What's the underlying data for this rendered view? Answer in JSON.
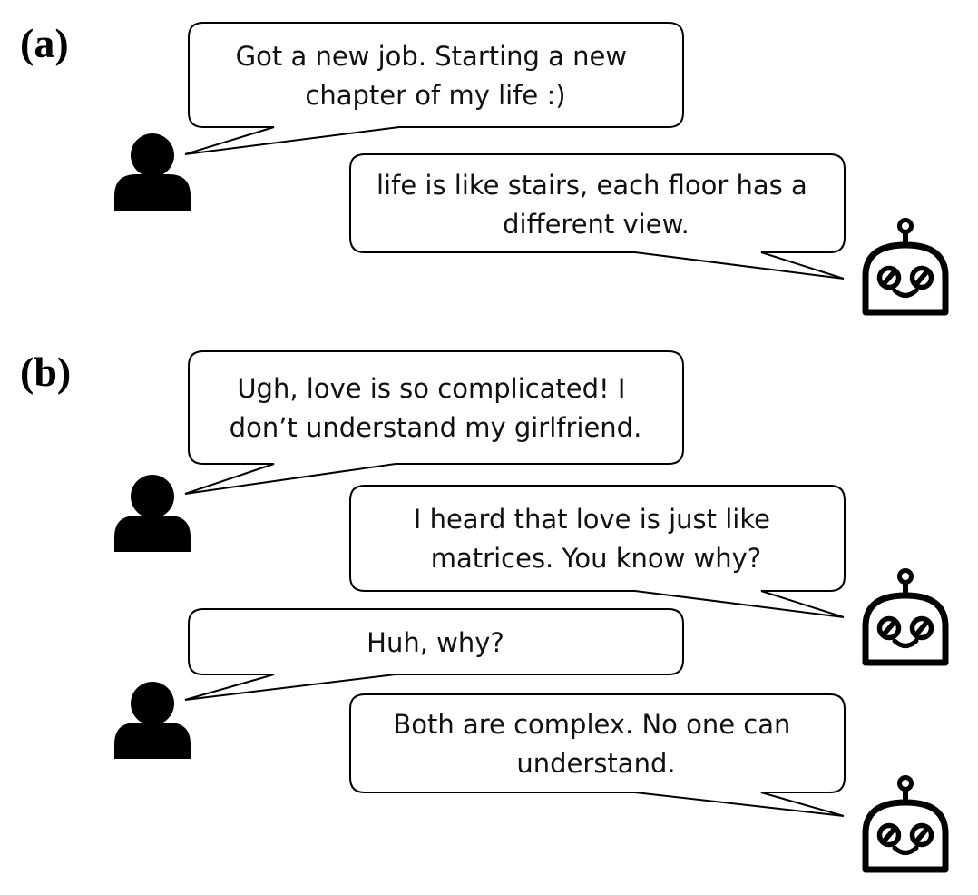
{
  "panels": [
    {
      "label": "(a)",
      "turns": [
        {
          "speaker": "user",
          "lines": [
            "Got a new job. Starting a new",
            "chapter of my life :)"
          ]
        },
        {
          "speaker": "bot",
          "lines": [
            "life is like stairs, each floor has a",
            "different view."
          ]
        }
      ]
    },
    {
      "label": "(b)",
      "turns": [
        {
          "speaker": "user",
          "lines": [
            "Ugh, love is so complicated! I",
            "don’t understand my girlfriend."
          ]
        },
        {
          "speaker": "bot",
          "lines": [
            "I heard that love is just like",
            "matrices. You know why?"
          ]
        },
        {
          "speaker": "user",
          "lines": [
            "Huh, why?"
          ]
        },
        {
          "speaker": "bot",
          "lines": [
            "Both are complex. No one can",
            "understand."
          ]
        }
      ]
    }
  ],
  "icons": {
    "user": "person-icon",
    "bot": "robot-icon"
  }
}
